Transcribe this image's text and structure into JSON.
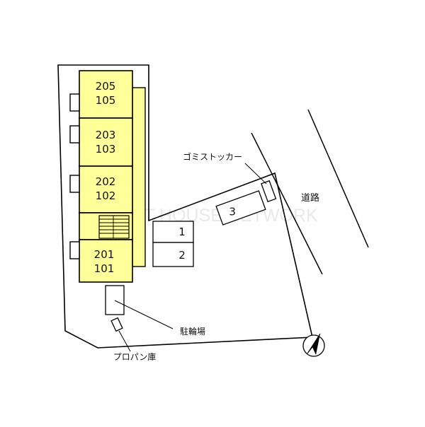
{
  "building": {
    "units": [
      {
        "upper": "205",
        "lower": "105"
      },
      {
        "upper": "203",
        "lower": "103"
      },
      {
        "upper": "202",
        "lower": "102"
      },
      {
        "upper": "201",
        "lower": "101"
      }
    ]
  },
  "parking": {
    "spaces": [
      "1",
      "2",
      "3"
    ]
  },
  "labels": {
    "garbage": "ゴミストッカー",
    "road": "道路",
    "bicycle_parking": "駐輪場",
    "propane": "プロパン庫"
  },
  "watermark": "PITAT HOUSE NETWORK",
  "compass": {
    "icon": "north-arrow-icon"
  },
  "colors": {
    "unit_fill": "#ffff99",
    "line": "#000000",
    "watermark": "#e9e9e9"
  }
}
